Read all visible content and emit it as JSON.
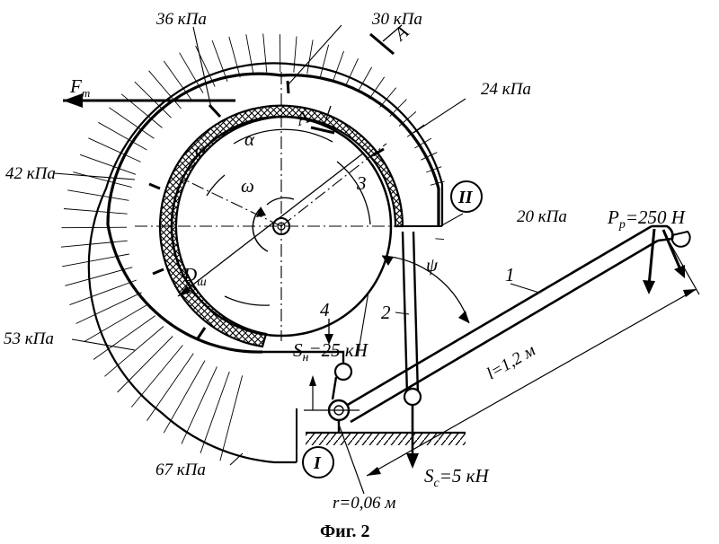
{
  "figure": {
    "caption": "Фиг. 2",
    "pressures": {
      "p36": "36 кПа",
      "p30": "30 кПа",
      "p24": "24 кПа",
      "p42": "42 кПа",
      "p20": "20 кПа",
      "p53": "53 кПа",
      "p67": "67 кПа"
    },
    "forces": {
      "ft": "F",
      "ft_sub": "т",
      "pp": "P",
      "pp_sub": "р",
      "pp_val": "=250 Н",
      "su": "S",
      "su_sub": "н",
      "su_val": "=25 кН",
      "sc": "S",
      "sc_sub": "с",
      "sc_val": "=5 кН"
    },
    "dims": {
      "lever": "l=1,2 м",
      "radius": "r=0,06 м",
      "diameter": "D",
      "diameter_sub": "ш"
    },
    "angles": {
      "phi": "φ",
      "alpha": "α",
      "omega": "ω",
      "psi": "ψ"
    },
    "section": {
      "a1": "A",
      "a2": "A"
    },
    "points": {
      "p1": "I",
      "p2": "II"
    },
    "numbers": {
      "n1": "1",
      "n2": "2",
      "n3": "3",
      "n4": "4"
    }
  }
}
